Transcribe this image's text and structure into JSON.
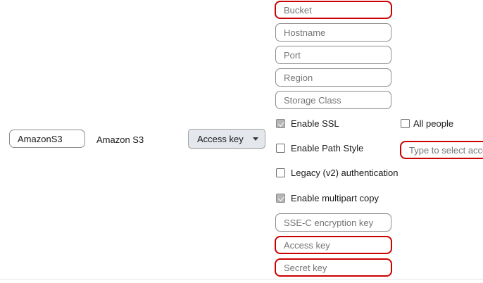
{
  "left_column": {
    "protocol_id_input": {
      "value": "AmazonS3",
      "placeholder": "AmazonS3"
    },
    "protocol_label": "Amazon S3"
  },
  "credentials_column": {
    "auth_type_dropdown": {
      "selected": "Access key",
      "caret_icon": "chevron-down-icon"
    }
  },
  "settings_column": {
    "fields": [
      {
        "placeholder": "Bucket",
        "value": "",
        "required": true
      },
      {
        "placeholder": "Hostname",
        "value": "",
        "required": false
      },
      {
        "placeholder": "Port",
        "value": "",
        "required": false
      },
      {
        "placeholder": "Region",
        "value": "",
        "required": false
      },
      {
        "placeholder": "Storage Class",
        "value": "",
        "required": false
      }
    ],
    "checkboxes": [
      {
        "label": "Enable SSL",
        "checked": true
      },
      {
        "label": "Enable Path Style",
        "checked": false
      },
      {
        "label": "Legacy (v2) authentication",
        "checked": false
      },
      {
        "label": "Enable multipart copy",
        "checked": true
      }
    ],
    "key_fields": [
      {
        "placeholder": "SSE-C encryption key",
        "value": "",
        "required": false
      },
      {
        "placeholder": "Access key",
        "value": "",
        "required": true
      },
      {
        "placeholder": "Secret key",
        "value": "",
        "required": true
      }
    ]
  },
  "access_column": {
    "all_people_checkbox": {
      "label": "All people",
      "checked": false
    },
    "account_input": {
      "placeholder": "Type to select acco",
      "value": "",
      "required": true
    }
  },
  "colors": {
    "required_border": "#cc0000",
    "normal_border": "#8c8c8c",
    "placeholder_text": "#757575",
    "value_text": "#1a1a1a",
    "dropdown_bg": "#e4e8ed",
    "checkbox_checked_bg": "#b6b6b6",
    "divider": "#e3e3e3",
    "page_bg": "#ffffff"
  }
}
